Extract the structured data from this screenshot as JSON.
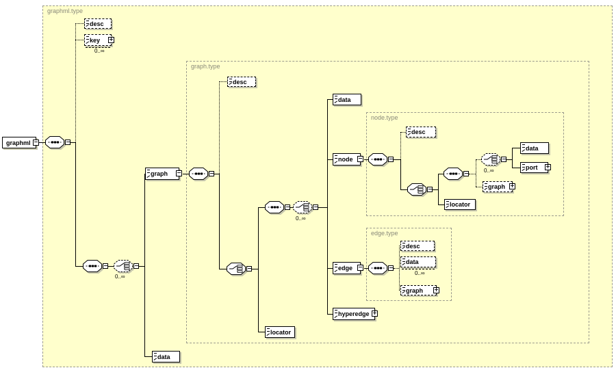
{
  "containers": {
    "graphml_type": {
      "label": "graphml.type"
    },
    "graph_type": {
      "label": "graph.type"
    },
    "node_type": {
      "label": "node.type"
    },
    "edge_type": {
      "label": "edge.type"
    }
  },
  "elements": {
    "graphml": "graphml",
    "desc": "desc",
    "key": "key",
    "data": "data",
    "graph": "graph",
    "node": "node",
    "port": "port",
    "locator": "locator",
    "edge": "edge",
    "hyperedge": "hyperedge"
  },
  "occurrence": "0..∞",
  "glyphs": {
    "collapse_button": "−",
    "expand_button": "+"
  },
  "colors": {
    "page_bg": "#ffffff",
    "container_bg": "#ffffcc",
    "container_border": "#9b9b8d",
    "container_label": "#8a8a7a",
    "box_bg": "#ffffff",
    "box_border": "#000000",
    "line": "#000000",
    "shadow": "#c6c6ad"
  }
}
